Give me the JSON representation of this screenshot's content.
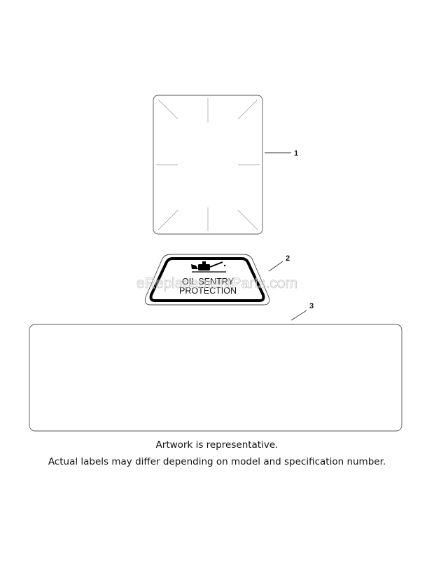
{
  "callouts": {
    "item1": "1",
    "item2": "2",
    "item3": "3"
  },
  "oil_sentry_label": {
    "line1": "OIL SENTRY",
    "line2": "PROTECTION",
    "icon": "oil-can-icon"
  },
  "watermark": "eReplacementParts.com",
  "caption": {
    "line1": "Artwork is representative.",
    "line2": "Actual labels may differ depending on model and specification number."
  }
}
